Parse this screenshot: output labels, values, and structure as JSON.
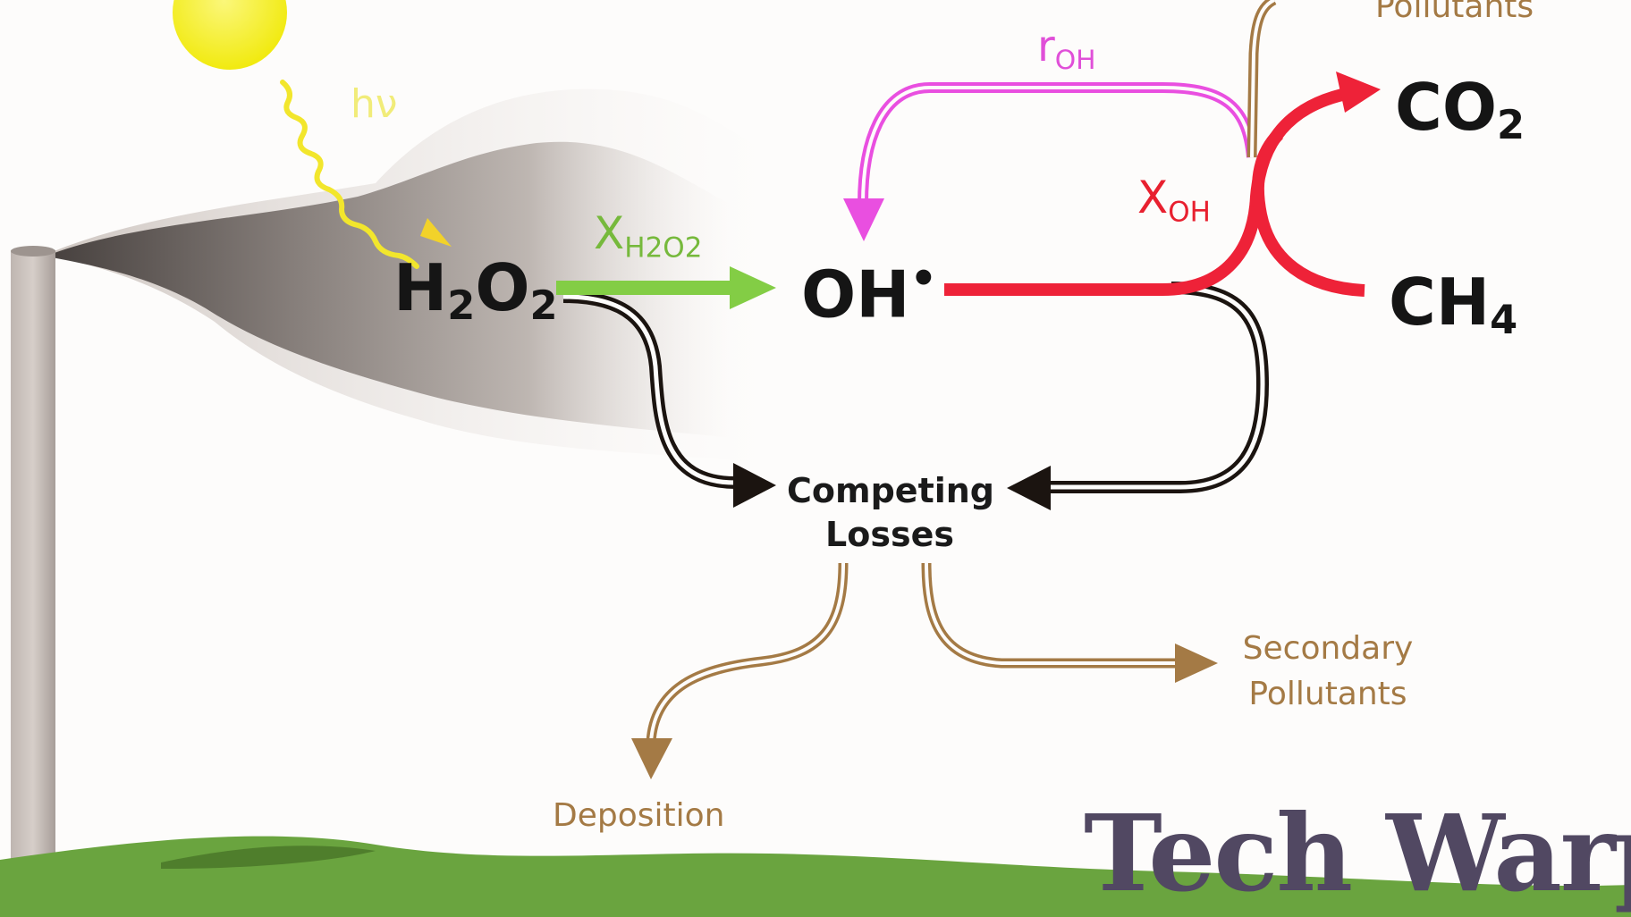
{
  "diagram": {
    "h2o2": {
      "base": "H",
      "s1": "2",
      "mid": "O",
      "s2": "2"
    },
    "oh_radical": {
      "text": "OH",
      "dot": "•"
    },
    "co2": {
      "base": "CO",
      "sub": "2"
    },
    "ch4": {
      "base": "CH",
      "sub": "4"
    },
    "hv": "hν",
    "x_h2o2": {
      "base": "X",
      "sub": "H2O2"
    },
    "r_oh": {
      "base": "r",
      "sub": "OH"
    },
    "x_oh": {
      "base": "X",
      "sub": "OH"
    },
    "competing_losses": {
      "line1": "Competing",
      "line2": "Losses"
    },
    "secondary_pollutants": {
      "line1": "Secondary",
      "line2": "Pollutants"
    },
    "top_pollutants": "Pollutants",
    "deposition": "Deposition"
  },
  "watermark": "Tech Warps",
  "colors": {
    "sun": "#f6f020",
    "hv_wave": "#f2e62c",
    "plume": "#8d8580",
    "h2o2_to_oh_arrow": "#83cd45",
    "r_oh_arrow": "#e94fe0",
    "x_oh_arrow": "#ee2238",
    "loss_arrows": "#1b1410",
    "secondary_arrows": "#a47a45",
    "ground": "#5f9a3a",
    "watermark": "#514862"
  }
}
